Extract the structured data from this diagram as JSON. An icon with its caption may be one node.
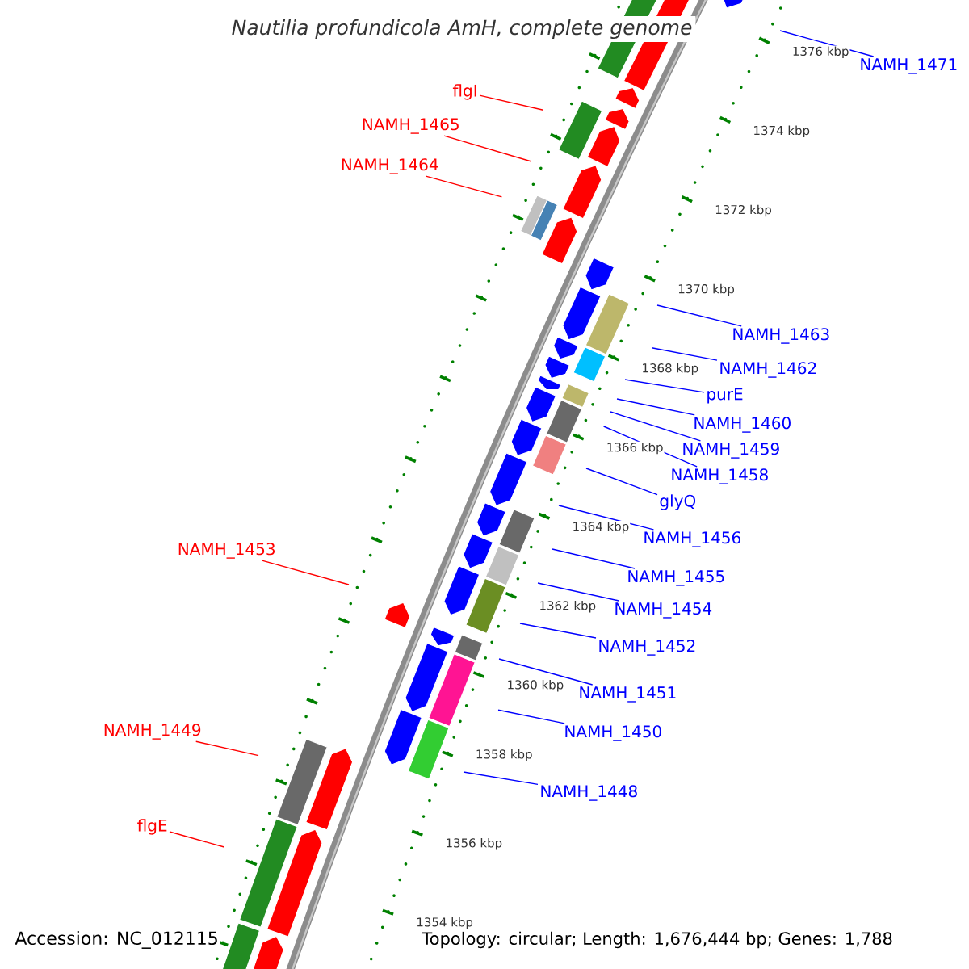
{
  "diagram": {
    "title": "Nautilia profundicola AmH, complete genome",
    "nodes": [
      {
        "text": [
          "NAMH_1471"
        ]
      },
      {
        "text": [
          "flgI"
        ]
      },
      {
        "text": [
          "NAMH_1465"
        ]
      },
      {
        "text": [
          "NAMH_1464"
        ]
      },
      {
        "text": [
          "NAMH_1463"
        ]
      },
      {
        "text": [
          "NAMH_1462"
        ]
      },
      {
        "text": [
          "purE"
        ]
      },
      {
        "text": [
          "NAMH_1460"
        ]
      },
      {
        "text": [
          "NAMH_1459"
        ]
      },
      {
        "text": [
          "NAMH_1458"
        ]
      },
      {
        "text": [
          "glyQ"
        ]
      },
      {
        "text": [
          "NAMH_1456"
        ]
      },
      {
        "text": [
          "NAMH_1453"
        ]
      },
      {
        "text": [
          "NAMH_1455"
        ]
      },
      {
        "text": [
          "NAMH_1454"
        ]
      },
      {
        "text": [
          "NAMH_1452"
        ]
      },
      {
        "text": [
          "NAMH_1451"
        ]
      },
      {
        "text": [
          "NAMH_1449"
        ]
      },
      {
        "text": [
          "NAMH_1450"
        ]
      },
      {
        "text": [
          "NAMH_1448"
        ]
      },
      {
        "text": [
          "flgE"
        ]
      }
    ],
    "edges": [
      {
        "from": 0,
        "to": null,
        "arrow": "none"
      },
      {
        "from": 1,
        "to": null,
        "arrow": "none",
        "color": "#ff0000"
      },
      {
        "from": 2,
        "to": null,
        "arrow": "none",
        "color": "#ff0000"
      },
      {
        "from": 3,
        "to": null,
        "arrow": "none",
        "color": "#ff0000"
      },
      {
        "from": 4,
        "to": null,
        "arrow": "none"
      },
      {
        "from": 5,
        "to": null,
        "arrow": "none"
      },
      {
        "from": 6,
        "to": null,
        "arrow": "none"
      },
      {
        "from": 7,
        "to": null,
        "arrow": "none"
      },
      {
        "from": 8,
        "to": null,
        "arrow": "none"
      },
      {
        "from": 9,
        "to": null,
        "arrow": "none"
      },
      {
        "from": 10,
        "to": null,
        "arrow": "none"
      },
      {
        "from": 11,
        "to": null,
        "arrow": "none"
      },
      {
        "from": 12,
        "to": null,
        "arrow": "none",
        "color": "#ff0000"
      },
      {
        "from": 13,
        "to": null,
        "arrow": "none"
      },
      {
        "from": 14,
        "to": null,
        "arrow": "none"
      },
      {
        "from": 15,
        "to": null,
        "arrow": "none"
      },
      {
        "from": 16,
        "to": null,
        "arrow": "none"
      },
      {
        "from": 17,
        "to": null,
        "arrow": "none",
        "color": "#ff0000"
      },
      {
        "from": 18,
        "to": null,
        "arrow": "none"
      },
      {
        "from": 19,
        "to": null,
        "arrow": "none"
      },
      {
        "from": 20,
        "to": null,
        "arrow": "none",
        "color": "#ff0000"
      }
    ],
    "labels": [
      "1376 kbp",
      "1374 kbp",
      "1372 kbp",
      "1370 kbp",
      "1368 kbp",
      "1366 kbp",
      "1364 kbp",
      "1362 kbp",
      "1360 kbp",
      "1358 kbp",
      "1356 kbp",
      "1354 kbp",
      "Accession: NC_012115",
      "Topology: circular; Length: 1,676,444 bp; Genes: 1,788"
    ]
  }
}
